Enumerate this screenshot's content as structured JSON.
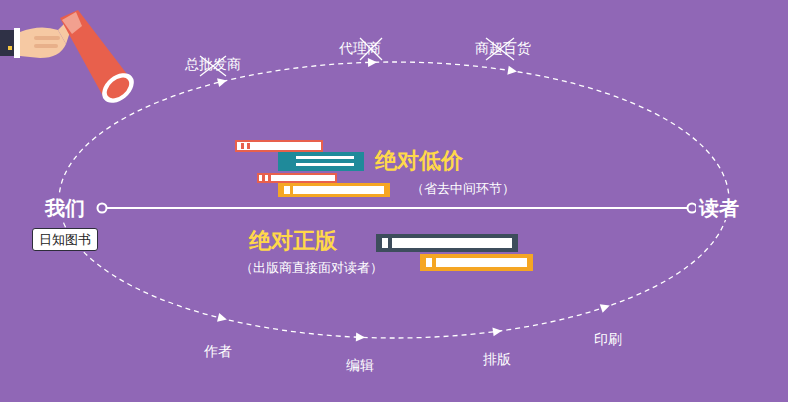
{
  "diagram": {
    "nodes": [
      {
        "text": [
          "我们",
          "日知图书"
        ]
      },
      {
        "text": [
          "读者"
        ]
      }
    ],
    "edges": [
      {
        "from": 0,
        "to": 1,
        "arrow": "none"
      }
    ],
    "labels": [
      "总批发商",
      "代理商",
      "商超百货",
      "绝对低价",
      "（省去中间环节）",
      "绝对正版",
      "（出版商直接面对读者）",
      "作者",
      "编辑",
      "排版",
      "印刷"
    ]
  }
}
